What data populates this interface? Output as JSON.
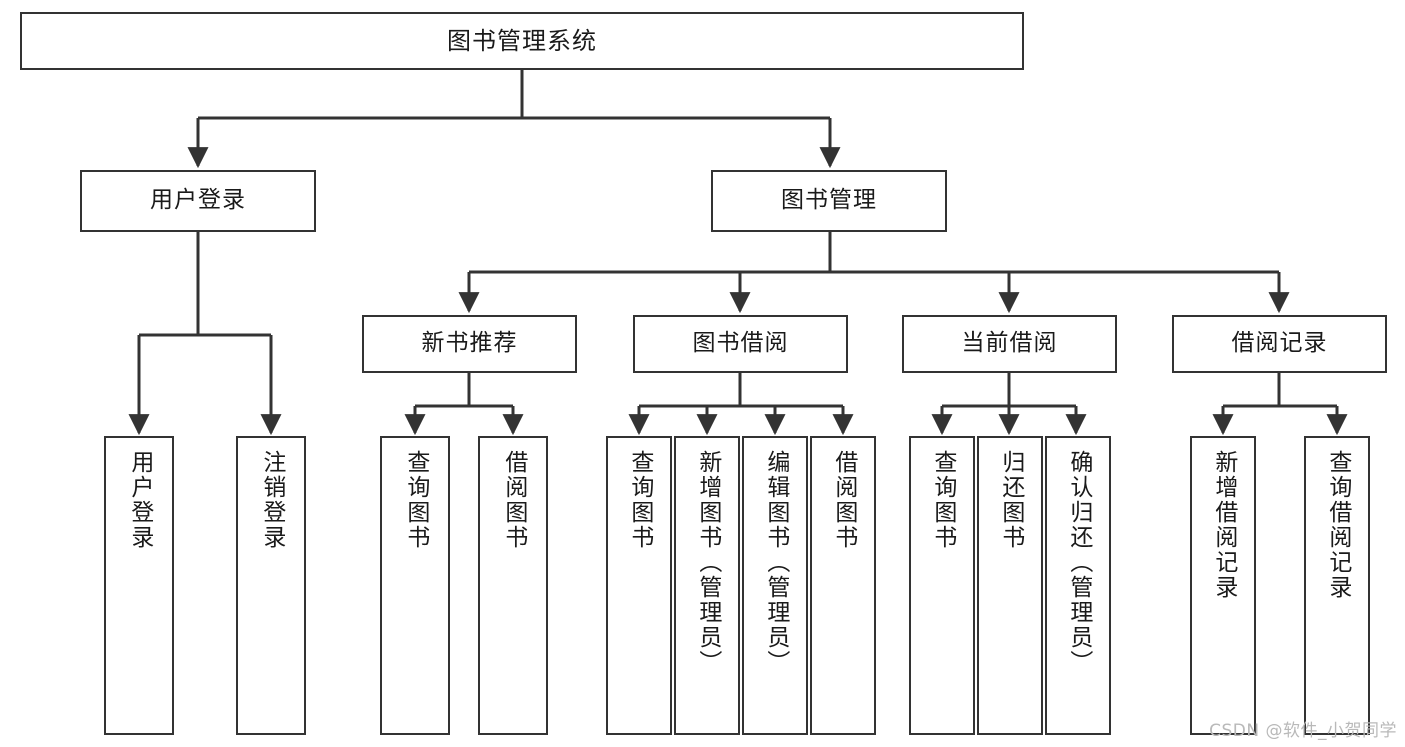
{
  "diagram": {
    "type": "tree",
    "title": "图书管理系统",
    "orientation": "top-down",
    "stroke_color": "#333333",
    "box_fill": "#ffffff",
    "text_color": "#1a1a1a",
    "root": {
      "id": "root",
      "label": "图书管理系统"
    },
    "level2": [
      {
        "id": "user-login",
        "label": "用户登录"
      },
      {
        "id": "book-manage",
        "label": "图书管理"
      }
    ],
    "level3": [
      {
        "id": "new-book-rec",
        "label": "新书推荐",
        "parent": "book-manage"
      },
      {
        "id": "book-borrow",
        "label": "图书借阅",
        "parent": "book-manage"
      },
      {
        "id": "current-borrow",
        "label": "当前借阅",
        "parent": "book-manage"
      },
      {
        "id": "borrow-record",
        "label": "借阅记录",
        "parent": "book-manage"
      }
    ],
    "leaves": [
      {
        "id": "leaf-user-login",
        "label": "用户登录",
        "parent": "user-login"
      },
      {
        "id": "leaf-user-logout",
        "label": "注销登录",
        "parent": "user-login"
      },
      {
        "id": "leaf-query-book-1",
        "label": "查询图书",
        "parent": "new-book-rec"
      },
      {
        "id": "leaf-borrow-book-1",
        "label": "借阅图书",
        "parent": "new-book-rec"
      },
      {
        "id": "leaf-query-book-2",
        "label": "查询图书",
        "parent": "book-borrow"
      },
      {
        "id": "leaf-add-book",
        "label": "新增图书（管理员）",
        "parent": "book-borrow"
      },
      {
        "id": "leaf-edit-book",
        "label": "编辑图书（管理员）",
        "parent": "book-borrow"
      },
      {
        "id": "leaf-borrow-book-2",
        "label": "借阅图书",
        "parent": "book-borrow"
      },
      {
        "id": "leaf-query-book-3",
        "label": "查询图书",
        "parent": "current-borrow"
      },
      {
        "id": "leaf-return-book",
        "label": "归还图书",
        "parent": "current-borrow"
      },
      {
        "id": "leaf-confirm-return",
        "label": "确认归还（管理员）",
        "parent": "current-borrow"
      },
      {
        "id": "leaf-add-record",
        "label": "新增借阅记录",
        "parent": "borrow-record"
      },
      {
        "id": "leaf-query-record",
        "label": "查询借阅记录",
        "parent": "borrow-record"
      }
    ]
  },
  "watermark": {
    "text": "CSDN @软件_小贺同学"
  }
}
